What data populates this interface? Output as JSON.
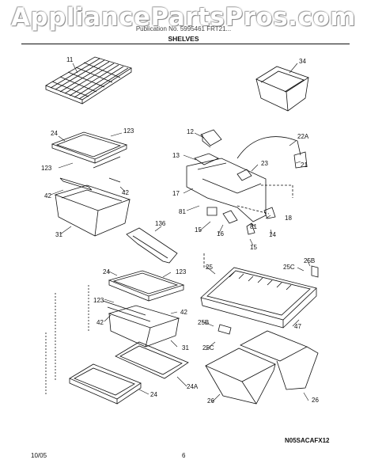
{
  "watermark": "AppliancePartsPros.com",
  "header": {
    "small": "Publication No. 5995461 FRT21...",
    "section": "SHELVES"
  },
  "callouts": [
    {
      "id": "11"
    },
    {
      "id": "34"
    },
    {
      "id": "123"
    },
    {
      "id": "24"
    },
    {
      "id": "123"
    },
    {
      "id": "42"
    },
    {
      "id": "42"
    },
    {
      "id": "31"
    },
    {
      "id": "12"
    },
    {
      "id": "13"
    },
    {
      "id": "22A"
    },
    {
      "id": "21"
    },
    {
      "id": "23"
    },
    {
      "id": "17"
    },
    {
      "id": "81"
    },
    {
      "id": "18"
    },
    {
      "id": "15"
    },
    {
      "id": "16"
    },
    {
      "id": "81"
    },
    {
      "id": "14"
    },
    {
      "id": "15"
    },
    {
      "id": "136"
    },
    {
      "id": "24"
    },
    {
      "id": "123"
    },
    {
      "id": "123"
    },
    {
      "id": "42"
    },
    {
      "id": "42"
    },
    {
      "id": "31"
    },
    {
      "id": "24A"
    },
    {
      "id": "24"
    },
    {
      "id": "25"
    },
    {
      "id": "25C"
    },
    {
      "id": "25B"
    },
    {
      "id": "47"
    },
    {
      "id": "25B"
    },
    {
      "id": "25C"
    },
    {
      "id": "26"
    },
    {
      "id": "26"
    }
  ],
  "diagram_code": "N05SACAFX12",
  "footer": {
    "date": "10/05",
    "page": "6"
  }
}
